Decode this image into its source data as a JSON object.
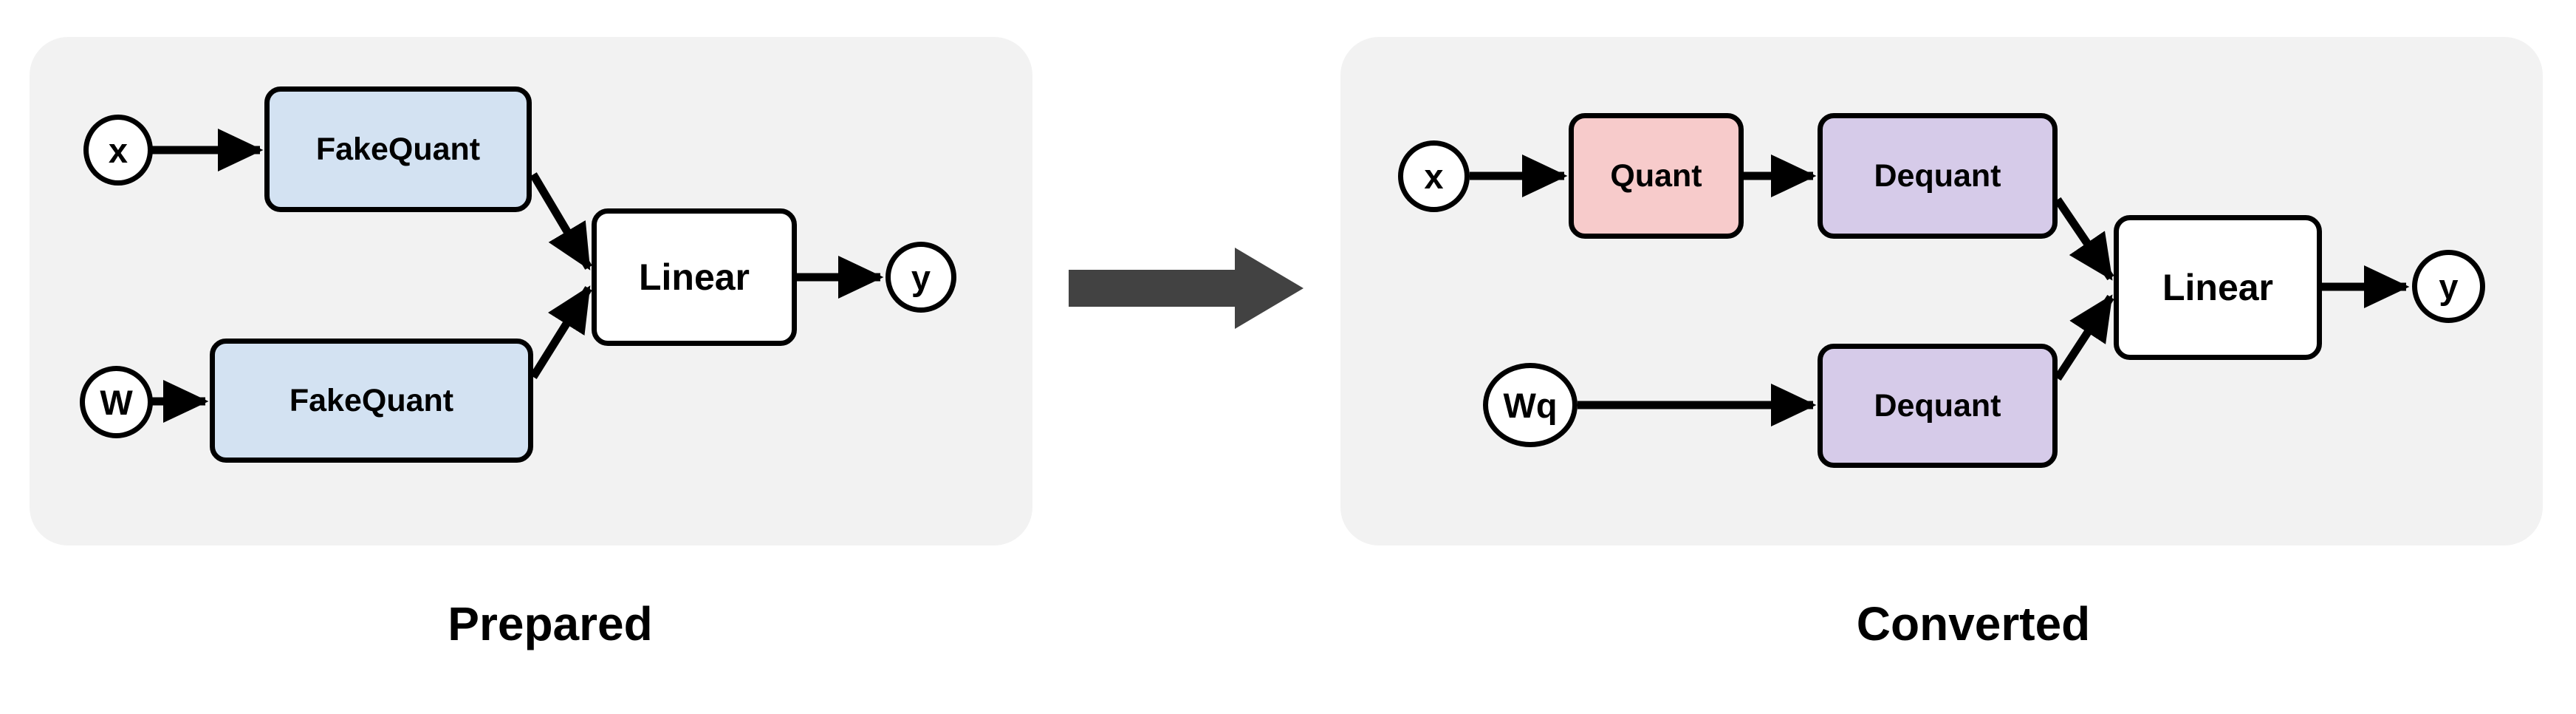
{
  "diagram": {
    "title_left": "Prepared",
    "title_right": "Converted",
    "panel_bg": "#f2f2f2",
    "transition_arrow": {
      "name": "transition-arrow",
      "direction": "right",
      "color": "#424242"
    },
    "panels": [
      {
        "id": "prepared",
        "caption": "Prepared",
        "nodes": [
          {
            "id": "x",
            "label": "x",
            "shape": "ellipse",
            "fill": "#ffffff"
          },
          {
            "id": "fq_act",
            "label": "FakeQuant",
            "shape": "box",
            "fill": "#d3e2f2"
          },
          {
            "id": "w",
            "label": "W",
            "shape": "ellipse",
            "fill": "#ffffff"
          },
          {
            "id": "fq_w",
            "label": "FakeQuant",
            "shape": "box",
            "fill": "#d3e2f2"
          },
          {
            "id": "linear",
            "label": "Linear",
            "shape": "box",
            "fill": "#ffffff"
          },
          {
            "id": "y",
            "label": "y",
            "shape": "ellipse",
            "fill": "#ffffff"
          }
        ],
        "edges": [
          {
            "from": "x",
            "to": "fq_act"
          },
          {
            "from": "w",
            "to": "fq_w"
          },
          {
            "from": "fq_act",
            "to": "linear"
          },
          {
            "from": "fq_w",
            "to": "linear"
          },
          {
            "from": "linear",
            "to": "y"
          }
        ]
      },
      {
        "id": "converted",
        "caption": "Converted",
        "nodes": [
          {
            "id": "x",
            "label": "x",
            "shape": "ellipse",
            "fill": "#ffffff"
          },
          {
            "id": "quant",
            "label": "Quant",
            "shape": "box",
            "fill": "#f7cbcb"
          },
          {
            "id": "dequant1",
            "label": "Dequant",
            "shape": "box",
            "fill": "#d6cbe9"
          },
          {
            "id": "wq",
            "label": "Wq",
            "shape": "ellipse",
            "fill": "#ffffff"
          },
          {
            "id": "dequant2",
            "label": "Dequant",
            "shape": "box",
            "fill": "#d6cbe9"
          },
          {
            "id": "linear",
            "label": "Linear",
            "shape": "box",
            "fill": "#ffffff"
          },
          {
            "id": "y",
            "label": "y",
            "shape": "ellipse",
            "fill": "#ffffff"
          }
        ],
        "edges": [
          {
            "from": "x",
            "to": "quant"
          },
          {
            "from": "quant",
            "to": "dequant1"
          },
          {
            "from": "wq",
            "to": "dequant2"
          },
          {
            "from": "dequant1",
            "to": "linear"
          },
          {
            "from": "dequant2",
            "to": "linear"
          },
          {
            "from": "linear",
            "to": "y"
          }
        ]
      }
    ]
  }
}
